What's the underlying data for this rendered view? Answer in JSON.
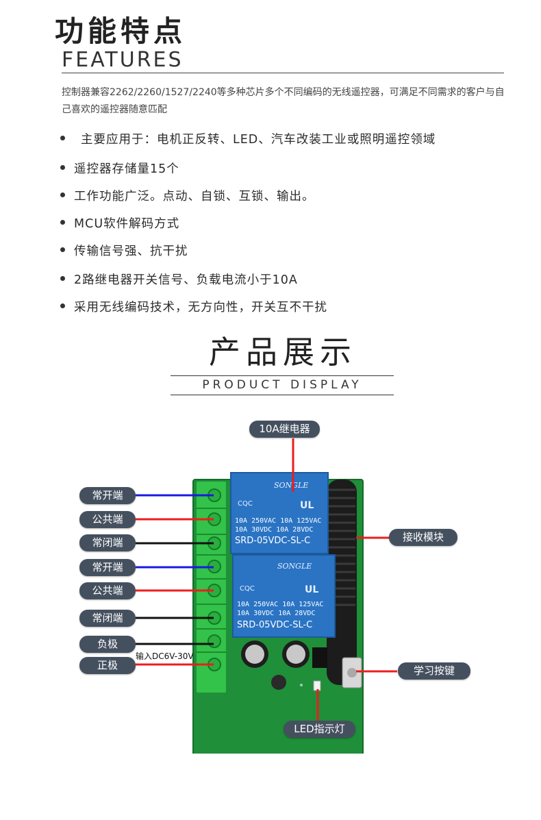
{
  "features": {
    "title": "功能特点",
    "subtitle": "FEATURES",
    "intro": "控制器兼容2262/2260/1527/2240等多种芯片多个不同编码的无线遥控器，可满足不同需求的客户与自己喜欢的遥控器随意匹配",
    "bullets": [
      "主要应用于：电机正反转、LED、汽车改装工业或照明遥控领域",
      "遥控器存储量15个",
      "工作功能广泛。点动、自锁、互锁、输出。",
      "MCU软件解码方式",
      "传输信号强、抗干扰",
      "2路继电器开关信号、负载电流小于10A",
      "采用无线编码技术，无方向性，开关互不干扰"
    ]
  },
  "product_display": {
    "title": "产品展示",
    "subtitle": "PRODUCT DISPLAY"
  },
  "callouts": {
    "relay": "10A继电器",
    "receiver": "接收模块",
    "learn_button": "学习按键",
    "led": "LED指示灯",
    "left": [
      "常开端",
      "公共端",
      "常闭端",
      "常开端",
      "公共端",
      "常闭端",
      "负极",
      "正极"
    ],
    "input_note": "输入DC6V-30V"
  },
  "relay_print": {
    "brand": "SONGLE",
    "rating_line1": "10A 250VAC  10A 125VAC",
    "rating_line2": "10A  30VDC  10A  28VDC",
    "model": "SRD-05VDC-SL-C"
  },
  "colors": {
    "normally_open_wire": "#1a1ae0",
    "common_wire": "#ee1c1c",
    "normally_closed_wire": "#111111",
    "pcb": "#1f8f3a",
    "terminal": "#33c24a",
    "relay": "#2b74c4",
    "tag": "#45505f"
  }
}
